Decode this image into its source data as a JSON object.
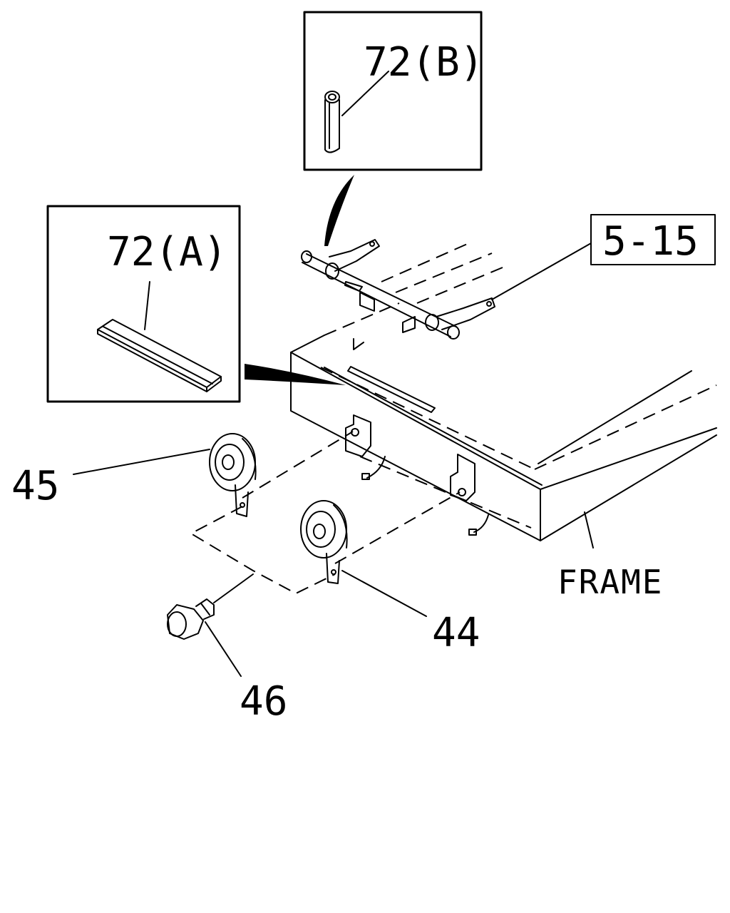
{
  "callouts": {
    "part_72b": "72(B)",
    "part_72a": "72(A)",
    "ref_5_15": "5-15",
    "part_45": "45",
    "part_44": "44",
    "part_46": "46",
    "frame": "FRAME"
  },
  "colors": {
    "ink": "#000000",
    "paper": "#ffffff"
  }
}
